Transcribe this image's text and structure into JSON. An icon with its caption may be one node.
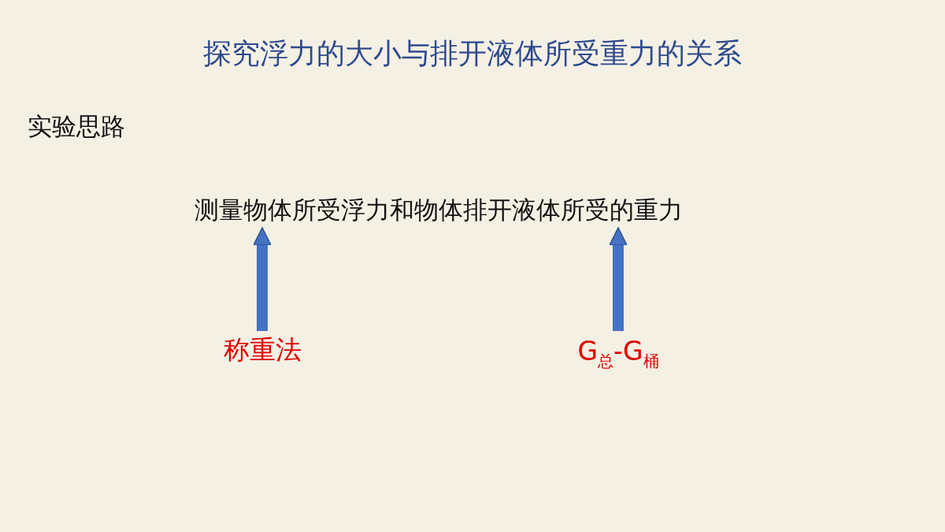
{
  "diagram": {
    "title": "探究浮力的大小与排开液体所受重力的关系",
    "nodes": [
      {
        "text": [
          "测量物体所受浮力和物体排开液体所受的重力"
        ]
      },
      {
        "text": [
          "称重法"
        ]
      },
      {
        "text": [
          "G$_{总}$-G$_{桶}$"
        ]
      }
    ],
    "edges": [
      {
        "from": 1,
        "to": 0,
        "arrow": "to"
      },
      {
        "from": 2,
        "to": 0,
        "arrow": "to"
      }
    ],
    "labels": [
      "实验思路"
    ]
  }
}
